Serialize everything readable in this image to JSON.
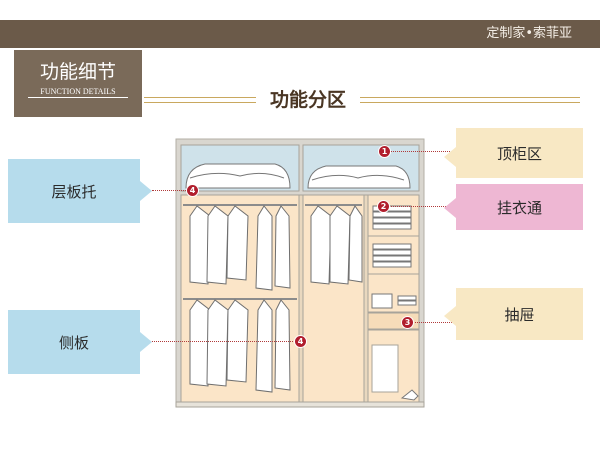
{
  "header": {
    "brand": "定制家•索菲亚"
  },
  "title_block": {
    "title": "功能细节",
    "subtitle": "FUNCTION DETAILS"
  },
  "section_heading": "功能分区",
  "callouts": {
    "top_cabinet": "顶柜区",
    "hanging_area": "挂衣通",
    "drawer": "抽屉",
    "shelf_support": "层板托",
    "side_panel": "侧板"
  },
  "markers": {
    "m1": "1",
    "m2": "2",
    "m3": "3",
    "m4a": "4",
    "m4b": "4"
  },
  "colors": {
    "header_bar": "#6b5a49",
    "title_box": "#7a6a59",
    "accent_gold": "#c9a85f",
    "callout_tan": "#f8e8c4",
    "callout_pink": "#eeb7d3",
    "callout_blue": "#b6dcec",
    "marker_red": "#b11e2d",
    "cabinet_fill": "#fbe5c8",
    "cabinet_frame": "#bdb8ad"
  }
}
